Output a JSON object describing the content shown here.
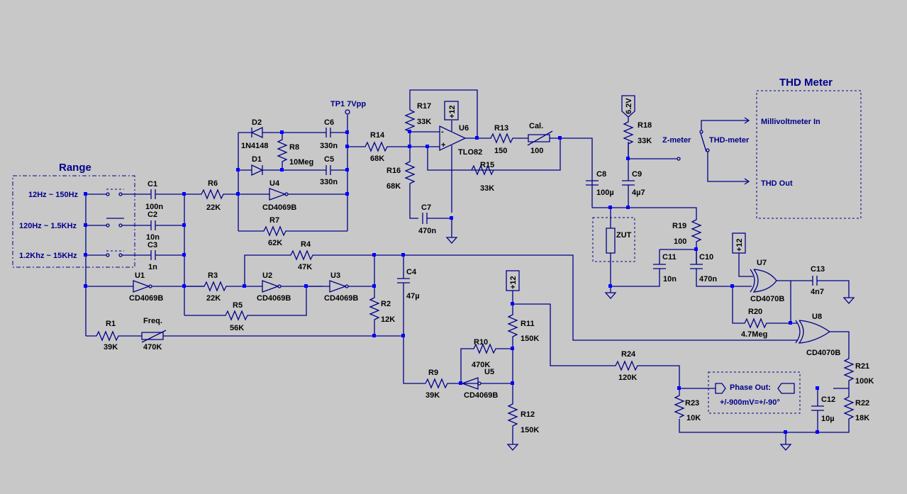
{
  "titles": {
    "range": "Range",
    "thd": "THD Meter"
  },
  "range": {
    "r1": "12Hz ~ 150Hz",
    "r2": "120Hz ~ 1.5KHz",
    "r3": "1.2Khz ~ 15KHz"
  },
  "tp1": "TP1 7Vpp",
  "parts": {
    "C1": "C1",
    "C1v": "100n",
    "C2": "C2",
    "C2v": "10n",
    "C3": "C3",
    "C3v": "1n",
    "R6": "R6",
    "R6v": "22K",
    "R3": "R3",
    "R3v": "22K",
    "R5": "R5",
    "R5v": "56K",
    "R1": "R1",
    "R1v": "39K",
    "Freq": "Freq.",
    "Freqv": "470K",
    "U1": "U1",
    "U1v": "CD4069B",
    "U2": "U2",
    "U2v": "CD4069B",
    "U3": "U3",
    "U3v": "CD4069B",
    "U4": "U4",
    "U4v": "CD4069B",
    "U5": "U5",
    "U5v": "CD4069B",
    "R4": "R4",
    "R4v": "47K",
    "R7": "R7",
    "R7v": "62K",
    "R2": "R2",
    "R2v": "12K",
    "C4": "C4",
    "C4v": "47µ",
    "D2": "D2",
    "D2v": "1N4148",
    "D1": "D1",
    "R8": "R8",
    "R8v": "10Meg",
    "C6": "C6",
    "C6v": "330n",
    "C5": "C5",
    "C5v": "330n",
    "R14": "R14",
    "R14v": "68K",
    "R16": "R16",
    "R16v": "68K",
    "R17": "R17",
    "R17v": "33K",
    "C7": "C7",
    "C7v": "470n",
    "U6": "U6",
    "U6v": "TLO82",
    "R13": "R13",
    "R13v": "150",
    "Cal": "Cal.",
    "Calv": "100",
    "R15": "R15",
    "R15v": "33K",
    "C8": "C8",
    "C8v": "100µ",
    "C9": "C9",
    "C9v": "4µ7",
    "R18": "R18",
    "R18v": "33K",
    "ZUT": "ZUT",
    "R19": "R19",
    "R19v": "100",
    "C11": "C11",
    "C11v": "10n",
    "C10": "C10",
    "C10v": "470n",
    "U7": "U7",
    "U7v": "CD4070B",
    "U8": "U8",
    "U8v": "CD4070B",
    "C13": "C13",
    "C13v": "4n7",
    "R20": "R20",
    "R20v": "4.7Meg",
    "R21": "R21",
    "R21v": "100K",
    "R22": "R22",
    "R22v": "18K",
    "R24": "R24",
    "R24v": "120K",
    "R23": "R23",
    "R23v": "10K",
    "C12": "C12",
    "C12v": "10µ",
    "R9": "R9",
    "R9v": "39K",
    "R10": "R10",
    "R10v": "470K",
    "R11": "R11",
    "R11v": "150K",
    "R12": "R12",
    "R12v": "150K"
  },
  "rails": {
    "p12a": "+12",
    "p12b": "+12",
    "p12c": "+12",
    "v62": "6.2V"
  },
  "switch": {
    "z": "Z-meter",
    "thd": "THD-meter"
  },
  "ports": {
    "mv": "Millivoltmeter In",
    "thdout": "THD Out",
    "phase1": "Phase Out:",
    "phase2": "+/-900mV=+/-90°"
  }
}
